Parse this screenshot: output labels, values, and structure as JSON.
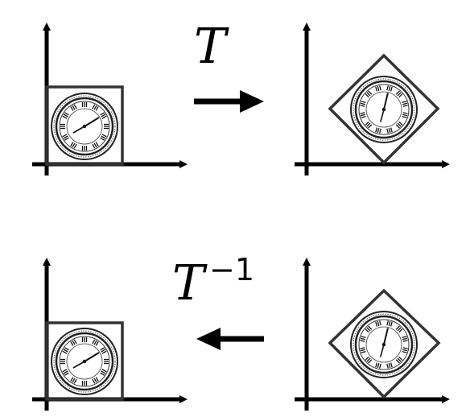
{
  "diagram": {
    "forward_label": "T",
    "inverse_label_base": "T",
    "inverse_label_exponent": "−1",
    "colors": {
      "axis": "#000000",
      "square": "#333333",
      "clock_face": "#ffffff",
      "clock_ink": "#222222"
    },
    "panels": [
      {
        "id": "top-left",
        "shape": "axis-aligned-square"
      },
      {
        "id": "top-right",
        "shape": "rotated-square"
      },
      {
        "id": "bottom-left",
        "shape": "axis-aligned-square"
      },
      {
        "id": "bottom-right",
        "shape": "rotated-square"
      }
    ],
    "arrows": [
      {
        "id": "forward",
        "direction": "right"
      },
      {
        "id": "inverse",
        "direction": "left"
      }
    ]
  }
}
